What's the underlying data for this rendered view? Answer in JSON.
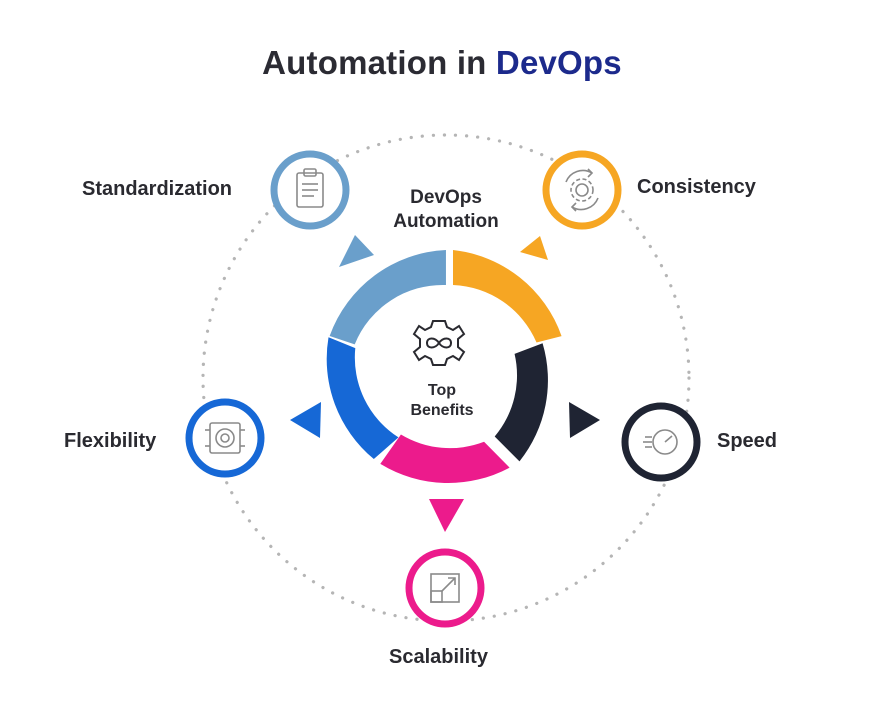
{
  "title": {
    "main": "Automation in ",
    "accent": "DevOps"
  },
  "center": {
    "heading_line1": "DevOps",
    "heading_line2": "Automation",
    "sub_line1": "Top",
    "sub_line2": "Benefits"
  },
  "benefits": [
    {
      "label": "Standardization",
      "color": "#6a9fcb",
      "icon": "clipboard-icon"
    },
    {
      "label": "Consistency",
      "color": "#f6a623",
      "icon": "gear-cycle-icon"
    },
    {
      "label": "Speed",
      "color": "#1f2433",
      "icon": "speedometer-icon"
    },
    {
      "label": "Scalability",
      "color": "#ec1b8c",
      "icon": "resize-arrow-icon"
    },
    {
      "label": "Flexibility",
      "color": "#1668d6",
      "icon": "adjustable-frame-icon"
    }
  ]
}
